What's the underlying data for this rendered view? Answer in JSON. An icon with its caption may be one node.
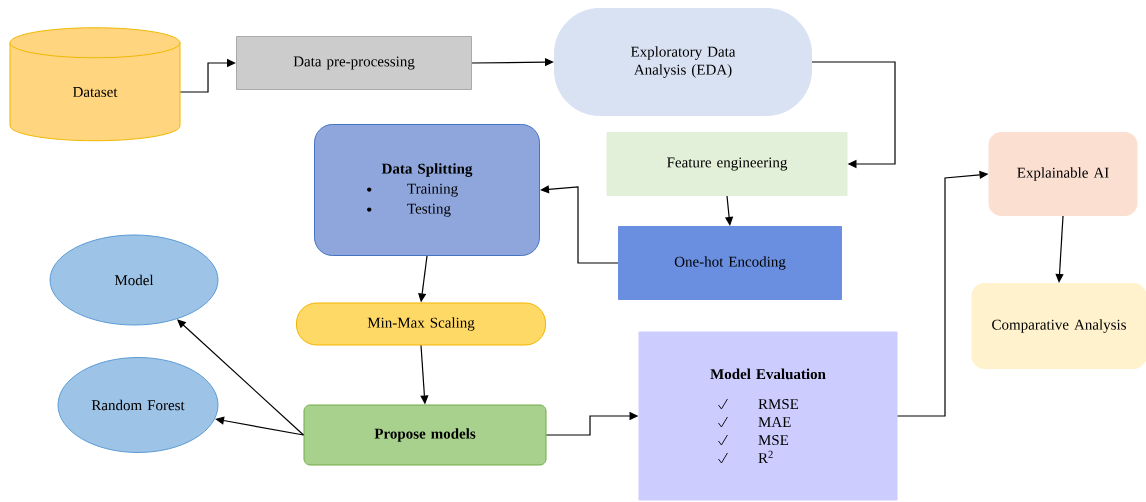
{
  "diagram": {
    "nodes": [
      {
        "text": [
          "Dataset"
        ]
      },
      {
        "text": [
          "Data pre-processing"
        ]
      },
      {
        "text": [
          "Exploratory Data Analysis (EDA)"
        ]
      },
      {
        "text": [
          "Data Splitting",
          "Training",
          "Testing"
        ]
      },
      {
        "text": [
          "Feature engineering"
        ]
      },
      {
        "text": [
          "One-hot Encoding"
        ]
      },
      {
        "text": [
          "Model"
        ]
      },
      {
        "text": [
          "Min-Max Scaling"
        ]
      },
      {
        "text": [
          "Random Forest"
        ]
      },
      {
        "text": [
          "Propose models"
        ]
      },
      {
        "text": [
          "Model Evaluation",
          "RMSE",
          "MAE",
          "MSE",
          "R$^{2}$"
        ]
      },
      {
        "text": [
          "Explainable AI"
        ]
      },
      {
        "text": [
          "Comparative Analysis"
        ]
      }
    ],
    "edges": [
      {
        "from": 0,
        "to": 1,
        "arrow": "to"
      },
      {
        "from": 1,
        "to": 2,
        "arrow": "to"
      },
      {
        "from": 2,
        "to": 4,
        "arrow": "to"
      },
      {
        "from": 4,
        "to": 5,
        "arrow": "to"
      },
      {
        "from": 5,
        "to": 3,
        "arrow": "to"
      },
      {
        "from": 3,
        "to": 7,
        "arrow": "to"
      },
      {
        "from": 7,
        "to": 9,
        "arrow": "to"
      },
      {
        "from": 9,
        "to": 6,
        "arrow": "to"
      },
      {
        "from": 9,
        "to": 8,
        "arrow": "to"
      },
      {
        "from": 9,
        "to": 10,
        "arrow": "to"
      },
      {
        "from": 10,
        "to": 11,
        "arrow": "to"
      },
      {
        "from": 11,
        "to": 12,
        "arrow": "to"
      }
    ]
  }
}
